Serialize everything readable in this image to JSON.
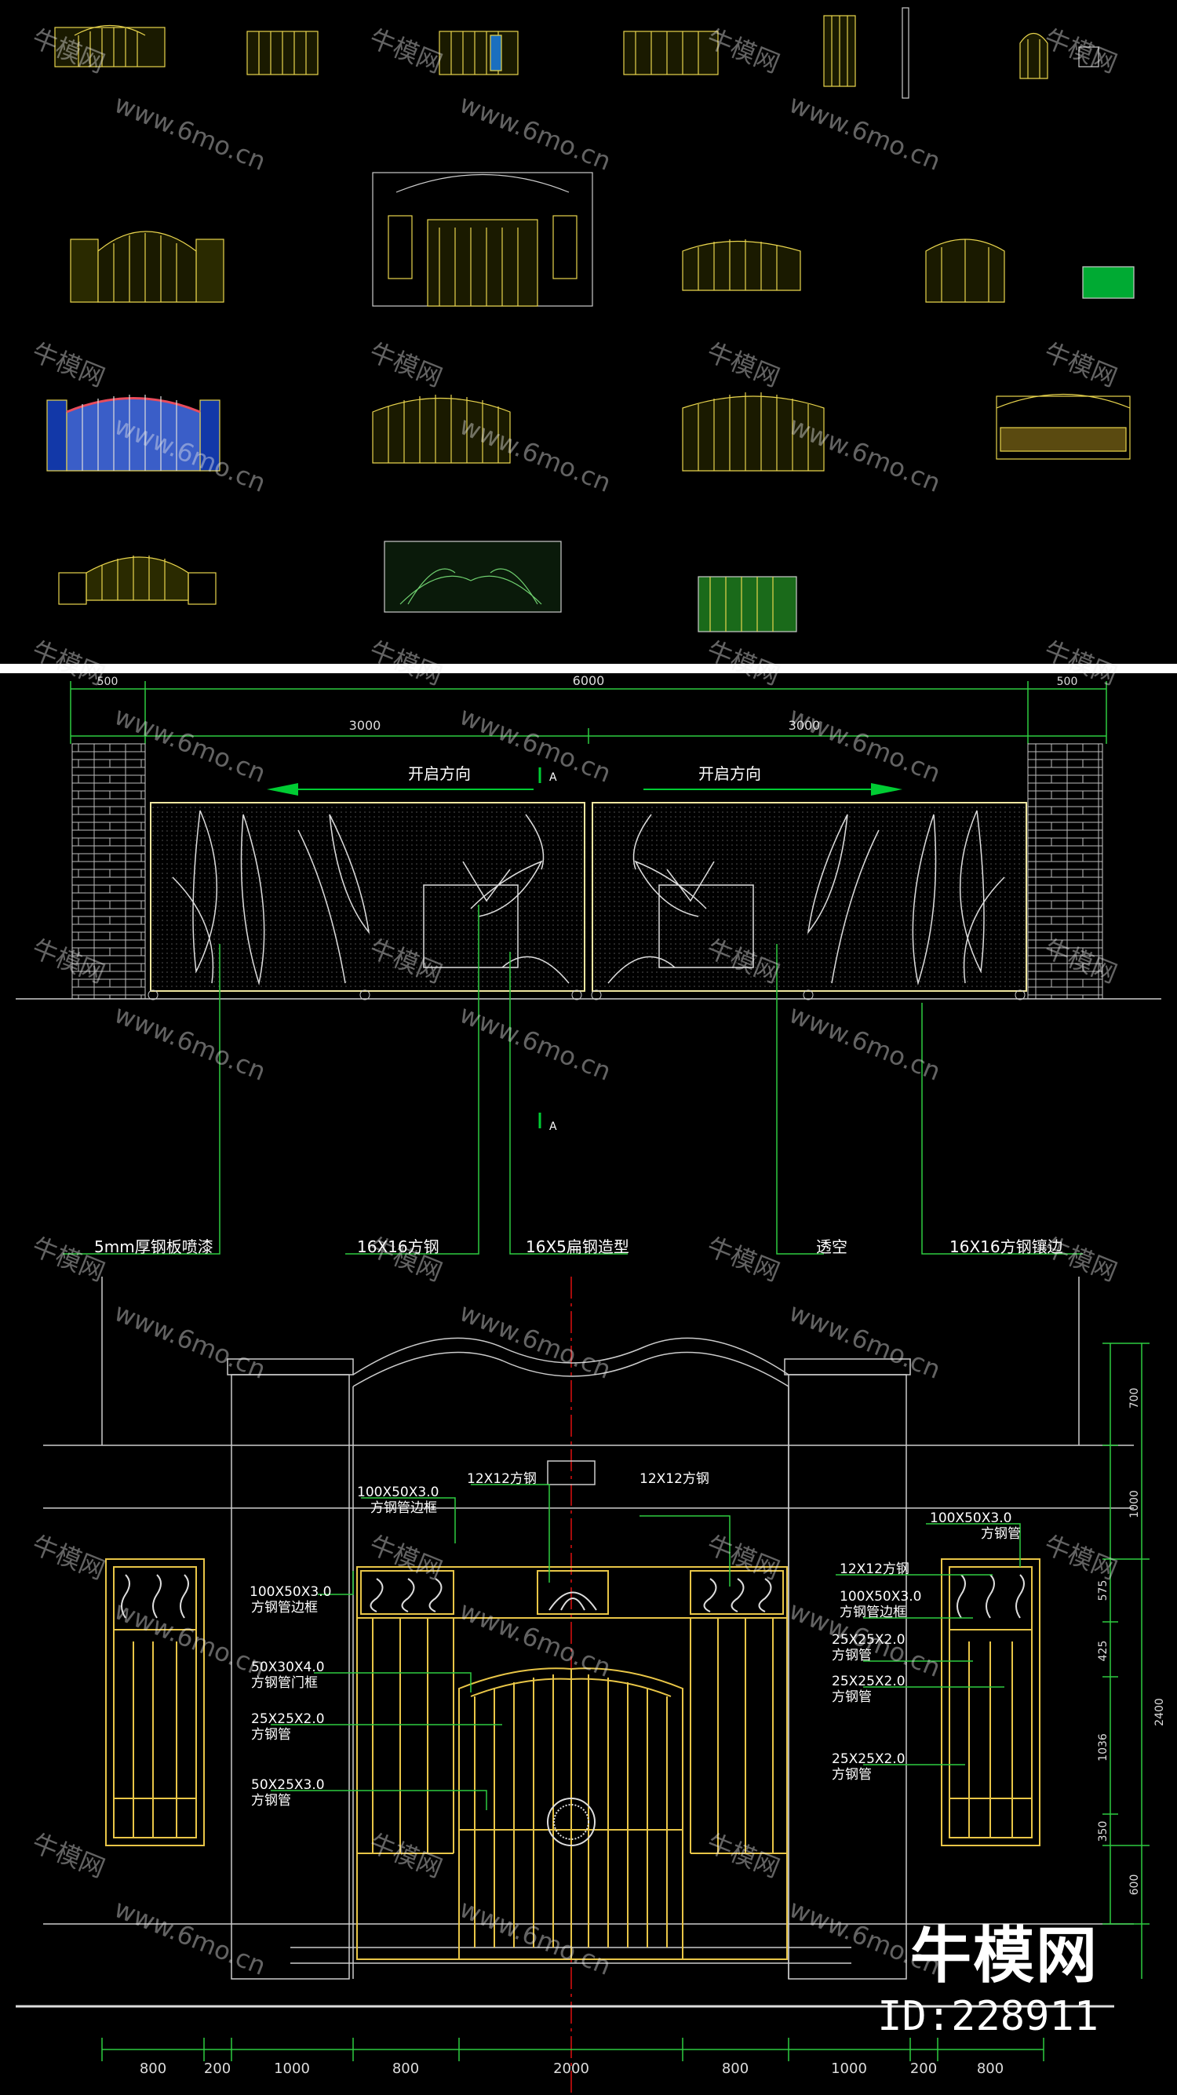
{
  "panel_overview": {
    "description_items": [
      "gate-thumbnails"
    ]
  },
  "panel_elevation": {
    "dims_top": [
      "6000",
      "500",
      "3000",
      "3000",
      "500"
    ],
    "direction_labels": [
      "开启方向",
      "开启方向"
    ],
    "section_marks": [
      "A",
      "A"
    ],
    "callouts": [
      "5mm厚钢板喷漆",
      "16X16方钢",
      "16X5扁钢造型",
      "透空",
      "16X16方钢镶边"
    ],
    "colors": {
      "line": "#f0e6a0",
      "dim": "#2ecc40",
      "arrow": "#00cc33",
      "brick": "#cfcfcf"
    }
  },
  "panel_detail": {
    "left_labels": [
      {
        "line1": "100X50X3.0",
        "line2": "方钢管边框"
      },
      {
        "line1": "100X50X3.0",
        "line2": "方钢管边框"
      },
      {
        "line1": "50X30X4.0",
        "line2": "方钢管门框"
      },
      {
        "line1": "25X25X2.0",
        "line2": "方钢管"
      },
      {
        "line1": "50X25X3.0",
        "line2": "方钢管"
      }
    ],
    "top_labels": [
      {
        "line1": "12X12方钢"
      },
      {
        "line1": "12X12方钢"
      }
    ],
    "right_labels": [
      {
        "line1": "100X50X3.0",
        "line2": "方钢管"
      },
      {
        "line1": "12X12方钢",
        "line2": ""
      },
      {
        "line1": "100X50X3.0",
        "line2": "方钢管边框"
      },
      {
        "line1": "25X25X2.0",
        "line2": "方钢管"
      },
      {
        "line1": "25X25X2.0",
        "line2": "方钢管"
      },
      {
        "line1": "25X25X2.0",
        "line2": "方钢管"
      }
    ],
    "right_dims": [
      "700",
      "1000",
      "575",
      "425",
      "1036",
      "2400",
      "350",
      "600"
    ],
    "bottom_dims": [
      "800",
      "200",
      "1000",
      "800",
      "2000",
      "800",
      "1000",
      "200",
      "800"
    ]
  },
  "watermark": {
    "site": "牛模网",
    "url": "www.6mo.cn"
  },
  "brand": {
    "name": "牛模网",
    "id": "ID:228911"
  }
}
